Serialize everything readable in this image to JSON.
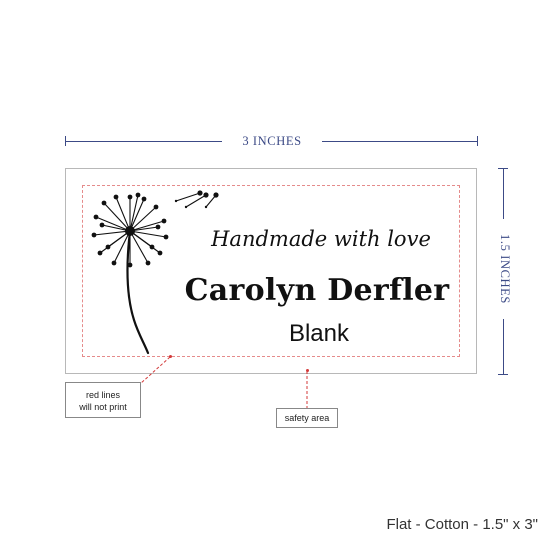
{
  "dimensions": {
    "width_label": "3 INCHES",
    "height_label": "1.5 INCHES"
  },
  "label": {
    "line1": "Handmade with love",
    "line2": "Carolyn Derfler",
    "line3": "Blank",
    "artwork": "dandelion-icon"
  },
  "notes": {
    "red_lines_l1": "red lines",
    "red_lines_l2": "will not print",
    "safety_area": "safety area"
  },
  "product": {
    "caption": "Flat - Cotton - 1.5\" x 3\""
  },
  "colors": {
    "dimension": "#3c4a86",
    "safety_line": "#e58b8b",
    "leader": "#d33a3a"
  }
}
